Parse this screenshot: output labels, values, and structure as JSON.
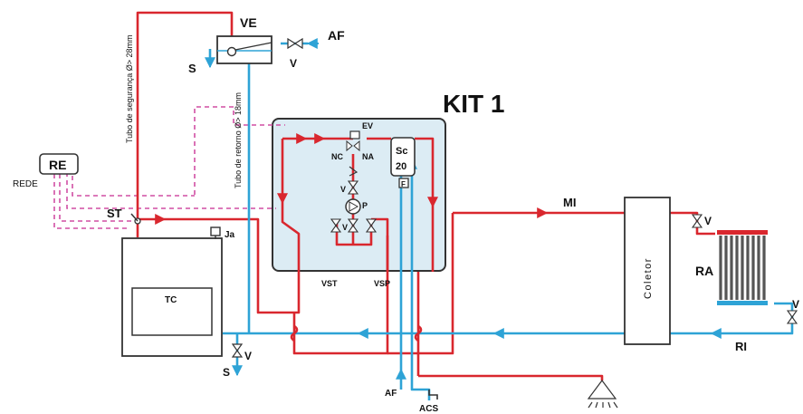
{
  "colors": {
    "hot": "#d9272e",
    "cold": "#2ea3d6",
    "control": "#d14fa4",
    "kit_fill": "#dcecf4",
    "kit_stroke": "#333333",
    "box_stroke": "#333333"
  },
  "labels": {
    "kit_title": "KIT 1",
    "ve": "VE",
    "af_top": "AF",
    "v_top": "V",
    "s_top": "S",
    "re": "RE",
    "rede": "REDE",
    "st": "ST",
    "ja": "Ja",
    "tc": "TC",
    "s_bottom": "S",
    "v_bottom": "V",
    "ev": "EV",
    "nc": "NC",
    "na": "NA",
    "v_kit_upper": "V",
    "p": "P",
    "v_kit_lower": "V",
    "sc20_line1": "Sc",
    "sc20_line2": "20",
    "f": "F",
    "vst": "VST",
    "vsp": "VSP",
    "mi": "MI",
    "coletor": "Coletor",
    "v_ra_top": "V",
    "ra": "RA",
    "v_ra_bottom": "V",
    "ri": "RI",
    "af_bottom": "AF",
    "acs": "ACS",
    "safety_tube": "Tubo de segurança Ø> 28mm",
    "return_tube": "Tubo de retorno Ø> 18mm"
  }
}
